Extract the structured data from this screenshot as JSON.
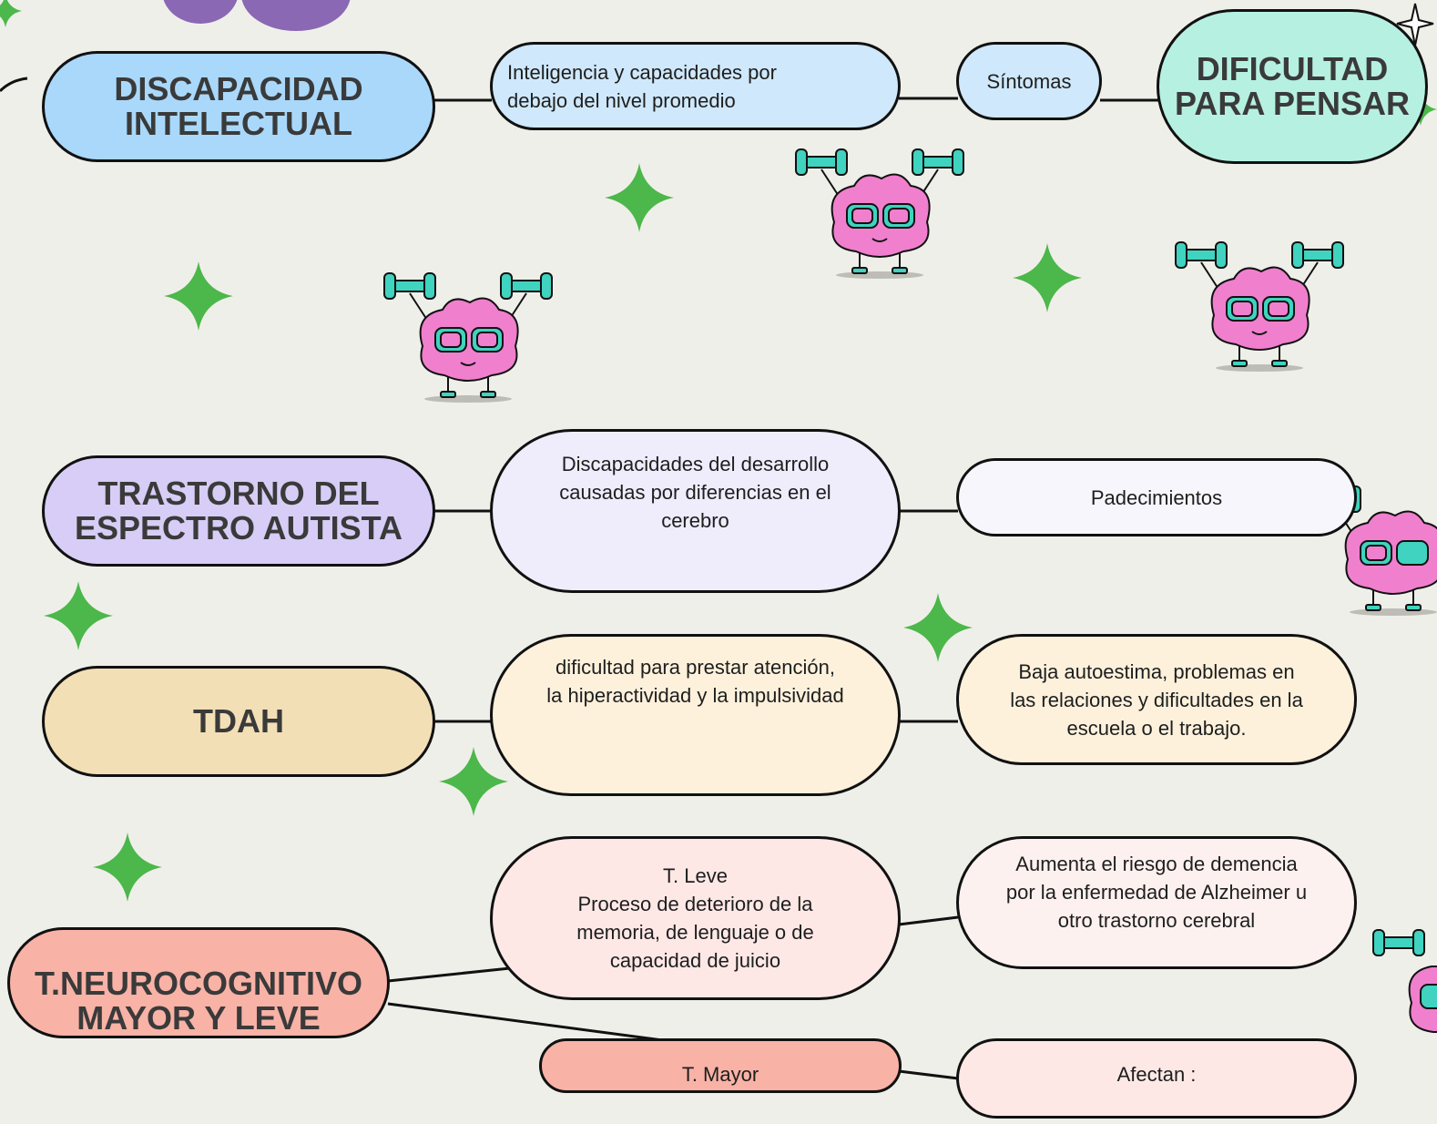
{
  "rows": {
    "discapacidad": {
      "title": "DISCAPACIDAD\nINTELECTUAL",
      "description": "Inteligencia y capacidades por\ndebajo del nivel promedio",
      "label": "Síntomas",
      "result": "DIFICULTAD\nPARA PENSAR"
    },
    "autismo": {
      "title": "TRASTORNO DEL\nESPECTRO AUTISTA",
      "description": "Discapacidades del desarrollo\ncausadas por diferencias en el\ncerebro",
      "label": "Padecimientos"
    },
    "tdah": {
      "title": "TDAH",
      "description": "dificultad para prestar atención,\nla hiperactividad y la impulsividad",
      "effects": "Baja autoestima, problemas en\nlas relaciones y dificultades en la\nescuela o el trabajo."
    },
    "neurocognitivo": {
      "title": "T.NEUROCOGNITIVO\nMAYOR Y LEVE",
      "leve": "T. Leve\nProceso de deterioro de la\nmemoria, de lenguaje o de\ncapacidad de juicio",
      "leve_effects": "Aumenta el riesgo de demencia\npor la enfermedad de Alzheimer u\notro trastorno cerebral",
      "mayor": "T. Mayor",
      "mayor_effects": "Afectan :"
    }
  },
  "colors": {
    "background": "#efefea",
    "blue": "#a9d8fb",
    "light_blue": "#cfe8fb",
    "mint": "#b6f0e1",
    "lavender": "#d7cdf6",
    "light_lavender": "#efecfc",
    "tan": "#f3dfb6",
    "cream": "#fdf1dc",
    "salmon": "#f9b2a6",
    "pink": "#fde8e6",
    "star_green": "#4cb74a",
    "purple": "#8a68b4"
  },
  "icons": [
    "sparkle-star-icon",
    "brain-weightlifter-icon"
  ]
}
